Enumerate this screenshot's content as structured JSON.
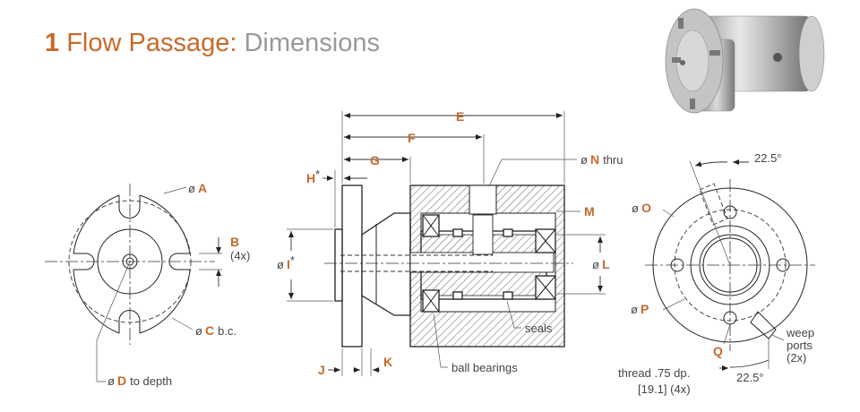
{
  "title": {
    "number": "1",
    "main": "Flow Passage:",
    "sub": "Dimensions"
  },
  "accent_color": "#c8692a",
  "diameter_symbol": "ø",
  "labels": {
    "A": "A",
    "B": "B",
    "B_note": "(4x)",
    "C": "C",
    "C_note": "b.c.",
    "D": "D",
    "D_note": "to depth",
    "E": "E",
    "F": "F",
    "G": "G",
    "H": "H",
    "I": "I",
    "J": "J",
    "K": "K",
    "L": "L",
    "M": "M",
    "N": "N",
    "N_note": "thru",
    "O": "O",
    "P": "P",
    "Q": "Q",
    "star": "*"
  },
  "callouts": {
    "seals": "seals",
    "ball_bearings": "ball bearings",
    "weep_ports": "weep",
    "weep_ports_2": "ports",
    "weep_ports_3": "(2x)",
    "thread_1": "thread .75 dp.",
    "thread_2": "[19.1] (4x)",
    "angle_top": "22.5°",
    "angle_bottom": "22.5°"
  },
  "icons": [
    "product-photo",
    "front-view-drawing",
    "section-view-drawing",
    "rear-view-drawing"
  ]
}
